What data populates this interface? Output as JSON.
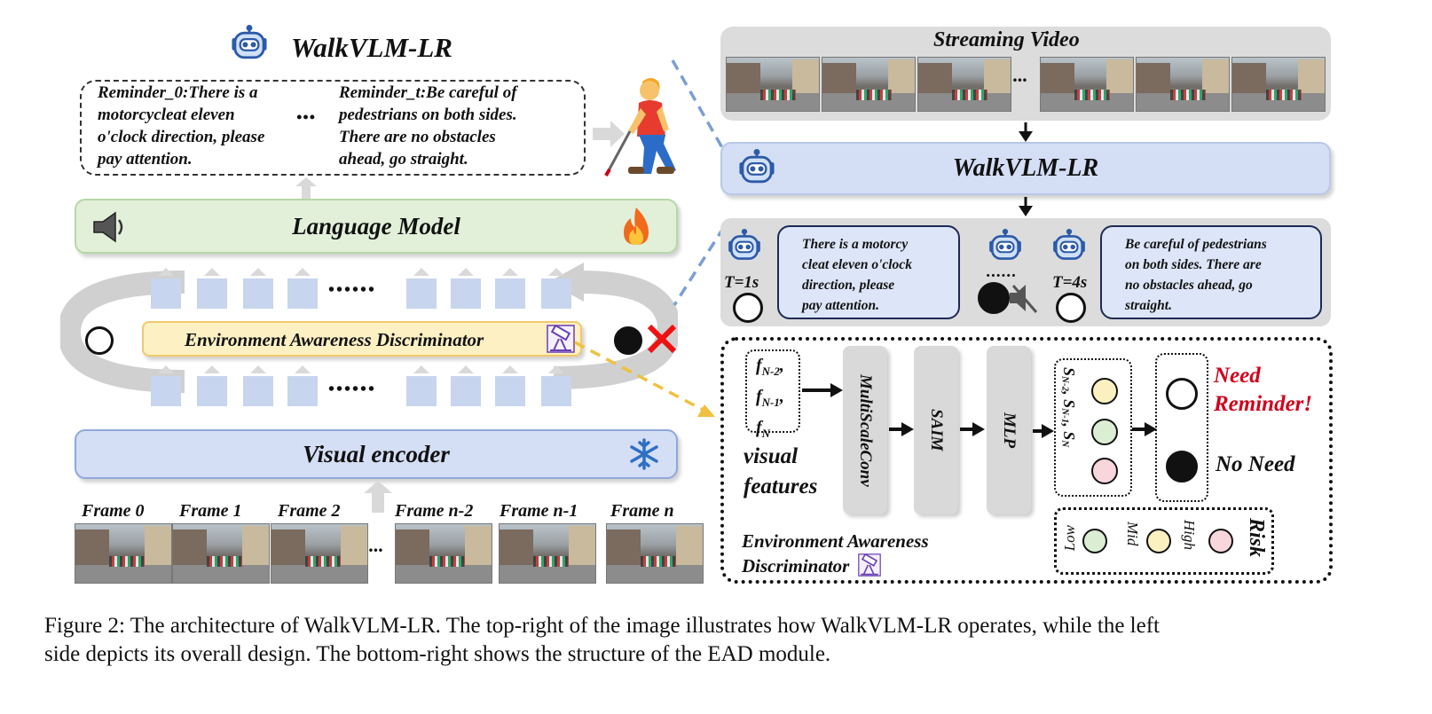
{
  "left": {
    "title": "WalkVLM-LR",
    "reminder0": [
      "Reminder_0:There is a",
      "motorcycleat eleven",
      "o'clock direction, please",
      "pay attention."
    ],
    "reminder_dots": "•••",
    "reminder_t": [
      "Reminder_t:Be careful of",
      "pedestrians on both sides.",
      "There are no obstacles",
      "ahead,  go straight."
    ],
    "language_model": "Language Model",
    "ead_label": "Environment Awareness Discriminator",
    "visual_encoder": "Visual encoder",
    "dots_row": "••••••",
    "frames": [
      "Frame 0",
      "Frame 1",
      "Frame 2",
      "Frame n-2",
      "Frame n-1",
      "Frame n"
    ],
    "frame_ellipsis": "..."
  },
  "right": {
    "streaming_title": "Streaming Video",
    "stream_ellipsis": "...",
    "model_title": "WalkVLM-LR",
    "t1": "T=1s",
    "t4": "T=4s",
    "bubble1": [
      "There is a motorcy",
      "cleat eleven o'clock",
      "direction, please",
      "pay attention."
    ],
    "bubble2": [
      "Be careful of pedestrians",
      "on both sides. There are",
      "no obstacles ahead,  go",
      "straight."
    ],
    "mid_dots": "......",
    "ead": {
      "features": [
        "f",
        "f",
        "f"
      ],
      "feature_subs": [
        "N-2",
        "N-1",
        "N"
      ],
      "visual_features": [
        "visual",
        "features"
      ],
      "multiscale": "MultiScaleConv",
      "saim": "SAIM",
      "mlp": "MLP",
      "scores": "S",
      "need_reminder": [
        "Need",
        "Reminder!"
      ],
      "no_need": "No Need",
      "risk": "Risk",
      "risk_levels": [
        "Low",
        "Mid",
        "High"
      ],
      "caption": [
        "Environment Awareness",
        "Discriminator"
      ]
    }
  },
  "caption": {
    "line1": "Figure 2: The architecture of WalkVLM-LR. The top-right of the image illustrates how WalkVLM-LR operates, while the left",
    "line2": "side depicts its overall design. The bottom-right shows the structure of the EAD module."
  },
  "colors": {
    "green_bar": "#e2f0d9",
    "yellow_bar": "#fdf0c3",
    "blue_bar": "#d4def5",
    "reminder_red": "#d0021b",
    "risk_low": "#dbeed3",
    "risk_mid": "#fbf0c0",
    "risk_high": "#f9d6dc"
  }
}
